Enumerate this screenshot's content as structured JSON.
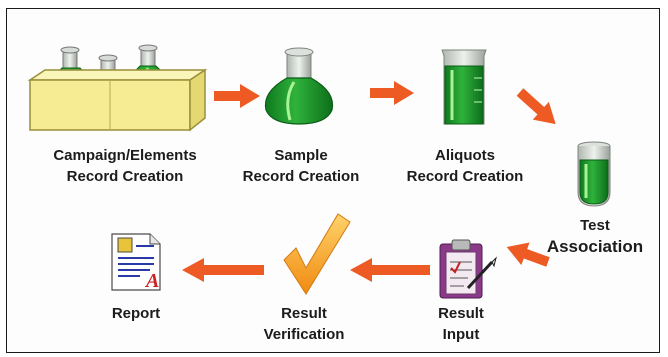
{
  "steps": {
    "campaign": {
      "line1": "Campaign/Elements",
      "line2": "Record Creation"
    },
    "sample": {
      "line1": "Sample",
      "line2": "Record Creation"
    },
    "aliquots": {
      "line1": "Aliquots",
      "line2": "Record Creation"
    },
    "test": {
      "line1": "Test",
      "line2": "Association"
    },
    "result_input": {
      "line1": "Result",
      "line2": "Input"
    },
    "result_verification": {
      "line1": "Result",
      "line2": "Verification"
    },
    "report": {
      "line1": "Report"
    }
  },
  "colors": {
    "arrow": "#ee5a24",
    "liquid": "#1f9b2c",
    "liquid_light": "#7be06a",
    "crate": "#f7ef9a",
    "crate_edge": "#9a8f3a",
    "check": "#f5a623",
    "glass": "#c9cfc9"
  },
  "icons": {
    "campaign": "crate-of-flasks-icon",
    "sample": "round-flask-icon",
    "aliquots": "beaker-icon",
    "test": "test-tube-icon",
    "result_input": "clipboard-icon",
    "result_verification": "checkmark-icon",
    "report": "document-icon"
  }
}
